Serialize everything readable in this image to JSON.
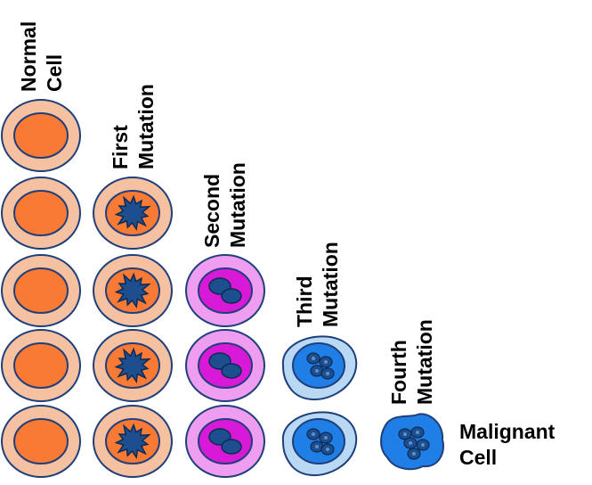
{
  "labels": {
    "normal_cell": [
      "Normal",
      "Cell"
    ],
    "first_mutation": [
      "First",
      "Mutation"
    ],
    "second_mutation": [
      "Second",
      "Mutation"
    ],
    "third_mutation": [
      "Third",
      "Mutation"
    ],
    "fourth_mutation": [
      "Fourth",
      "Mutation"
    ],
    "malignant_cell": [
      "Malignant",
      "Cell"
    ]
  },
  "stages": [
    {
      "stage": "normal",
      "count": 5
    },
    {
      "stage": "first-mutation",
      "count": 4
    },
    {
      "stage": "second-mutation",
      "count": 3
    },
    {
      "stage": "third-mutation",
      "count": 2
    },
    {
      "stage": "fourth-mutation",
      "count": 1
    }
  ],
  "colors": {
    "normal_outer": "#f6c1a1",
    "normal_nucleus": "#f97a35",
    "cell_outline": "#1f3f7a",
    "mutation_nucleus": "#1d4f8f",
    "second_outer": "#ef9df0",
    "second_inner": "#d81ad8",
    "third_outer": "#b9d8f3",
    "third_inner": "#1f7fe6",
    "fourth_body": "#1f7fe6"
  }
}
